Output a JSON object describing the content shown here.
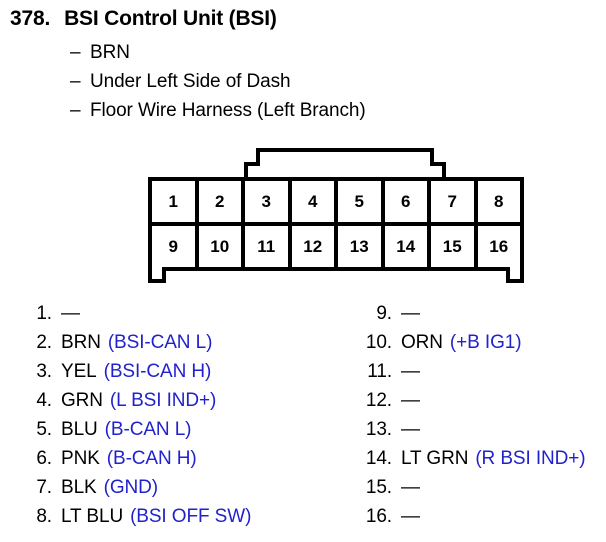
{
  "header": {
    "entry_number": "378.",
    "title": "BSI Control Unit (BSI)",
    "bullet": "–",
    "sublines": [
      "BRN",
      "Under Left Side of Dash",
      "Floor Wire Harness (Left Branch)"
    ]
  },
  "connector": {
    "name": "16-pin connector face view",
    "row_top": [
      "1",
      "2",
      "3",
      "4",
      "5",
      "6",
      "7",
      "8"
    ],
    "row_bottom": [
      "9",
      "10",
      "11",
      "12",
      "13",
      "14",
      "15",
      "16"
    ]
  },
  "pin_list": {
    "empty_marker": "—",
    "circuit_color": "#2222cc",
    "left": [
      {
        "num": "1.",
        "wire": "",
        "circuit": ""
      },
      {
        "num": "2.",
        "wire": "BRN",
        "circuit": "(BSI-CAN L)"
      },
      {
        "num": "3.",
        "wire": "YEL",
        "circuit": "(BSI-CAN H)"
      },
      {
        "num": "4.",
        "wire": "GRN",
        "circuit": "(L BSI IND+)"
      },
      {
        "num": "5.",
        "wire": "BLU",
        "circuit": "(B-CAN L)"
      },
      {
        "num": "6.",
        "wire": "PNK",
        "circuit": "(B-CAN H)"
      },
      {
        "num": "7.",
        "wire": "BLK",
        "circuit": "(GND)"
      },
      {
        "num": "8.",
        "wire": "LT BLU",
        "circuit": "(BSI OFF SW)"
      }
    ],
    "right": [
      {
        "num": "9.",
        "wire": "",
        "circuit": ""
      },
      {
        "num": "10.",
        "wire": "ORN",
        "circuit": "(+B IG1)"
      },
      {
        "num": "11.",
        "wire": "",
        "circuit": ""
      },
      {
        "num": "12.",
        "wire": "",
        "circuit": ""
      },
      {
        "num": "13.",
        "wire": "",
        "circuit": ""
      },
      {
        "num": "14.",
        "wire": "LT GRN",
        "circuit": "(R BSI IND+)"
      },
      {
        "num": "15.",
        "wire": "",
        "circuit": ""
      },
      {
        "num": "16.",
        "wire": "",
        "circuit": ""
      }
    ]
  }
}
